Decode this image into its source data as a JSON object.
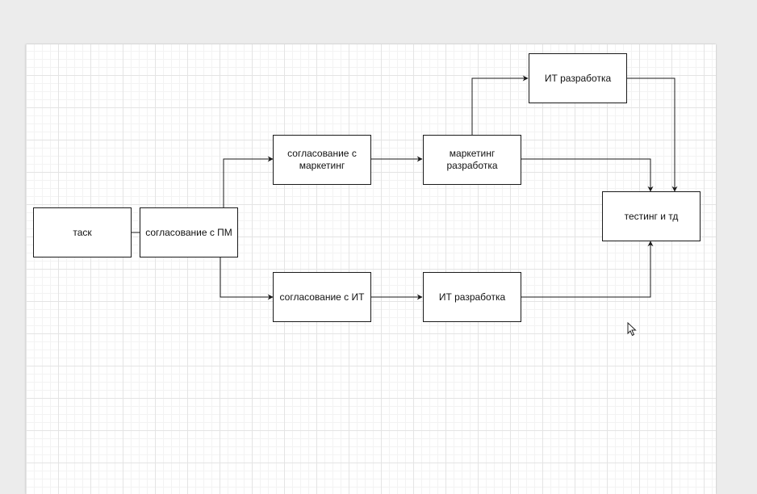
{
  "diagram": {
    "nodes": [
      {
        "id": "task",
        "label": "таск"
      },
      {
        "id": "pm",
        "label": "согласование с ПМ"
      },
      {
        "id": "mkt-approval",
        "label": "согласование с\nмаркетинг"
      },
      {
        "id": "mkt-dev",
        "label": "маркетинг\nразработка"
      },
      {
        "id": "it-dev-top",
        "label": "ИТ разработка"
      },
      {
        "id": "testing",
        "label": "тестинг и тд"
      },
      {
        "id": "it-approval",
        "label": "согласование с ИТ"
      },
      {
        "id": "it-dev-bottom",
        "label": "ИТ разработка"
      }
    ],
    "edges": [
      {
        "from": "task",
        "to": "pm"
      },
      {
        "from": "pm",
        "to": "mkt-approval"
      },
      {
        "from": "pm",
        "to": "it-approval"
      },
      {
        "from": "mkt-approval",
        "to": "mkt-dev"
      },
      {
        "from": "mkt-dev",
        "to": "it-dev-top"
      },
      {
        "from": "mkt-dev",
        "to": "testing"
      },
      {
        "from": "it-dev-top",
        "to": "testing"
      },
      {
        "from": "it-approval",
        "to": "it-dev-bottom"
      },
      {
        "from": "it-dev-bottom",
        "to": "testing"
      }
    ]
  }
}
